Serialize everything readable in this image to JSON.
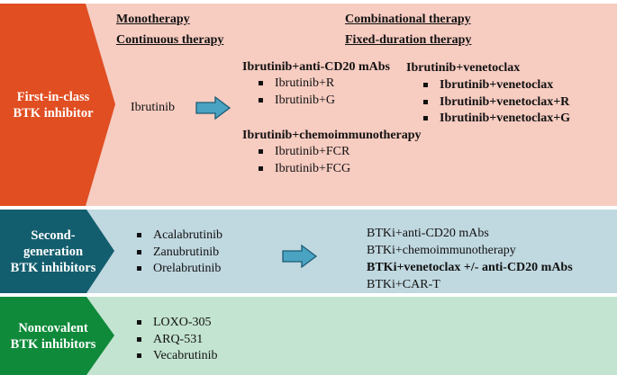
{
  "bands": [
    {
      "id": "first",
      "tag_lines": [
        "First-in-class",
        "BTK inhibitor"
      ],
      "headers": {
        "monotherapy": "Monotherapy",
        "continuous": "Continuous therapy",
        "combinational": "Combinational therapy",
        "fixed_duration": "Fixed-duration therapy"
      },
      "drug": "Ibrutinib",
      "groups": {
        "anti_cd20": {
          "title": "Ibrutinib+anti-CD20 mAbs",
          "items": [
            "Ibrutinib+R",
            "Ibrutinib+G"
          ]
        },
        "chemo": {
          "title": "Ibrutinib+chemoimmunotherapy",
          "items": [
            "Ibrutinib+FCR",
            "Ibrutinib+FCG"
          ]
        },
        "venetoclax": {
          "title": "Ibrutinib+venetoclax",
          "items": [
            "Ibrutinib+venetoclax",
            "Ibrutinib+venetoclax+R",
            "Ibrutinib+venetoclax+G"
          ]
        }
      }
    },
    {
      "id": "second",
      "tag_lines": [
        "Second-",
        "generation",
        "BTK inhibitors"
      ],
      "drugs": [
        "Acalabrutinib",
        "Zanubrutinib",
        "Orelabrutinib"
      ],
      "combos": [
        "BTKi+anti-CD20 mAbs",
        "BTKi+chemoimmunotherapy",
        "BTKi+venetoclax +/- anti-CD20 mAbs",
        "BTKi+CAR-T"
      ]
    },
    {
      "id": "noncovalent",
      "tag_lines": [
        "Noncovalent",
        "BTK inhibitors"
      ],
      "drugs": [
        "LOXO-305",
        "ARQ-531",
        "Vecabrutinib"
      ]
    }
  ],
  "colors": {
    "tag_first": "#e04e22",
    "panel_first": "#f7ccc1",
    "tag_second": "#135e6e",
    "panel_second": "#c0d8e0",
    "tag_noncovalent": "#0f8a3a",
    "panel_noncovalent": "#c3e4d0",
    "arrow_fill": "#4aa3c2",
    "arrow_stroke": "#1b5b73"
  }
}
